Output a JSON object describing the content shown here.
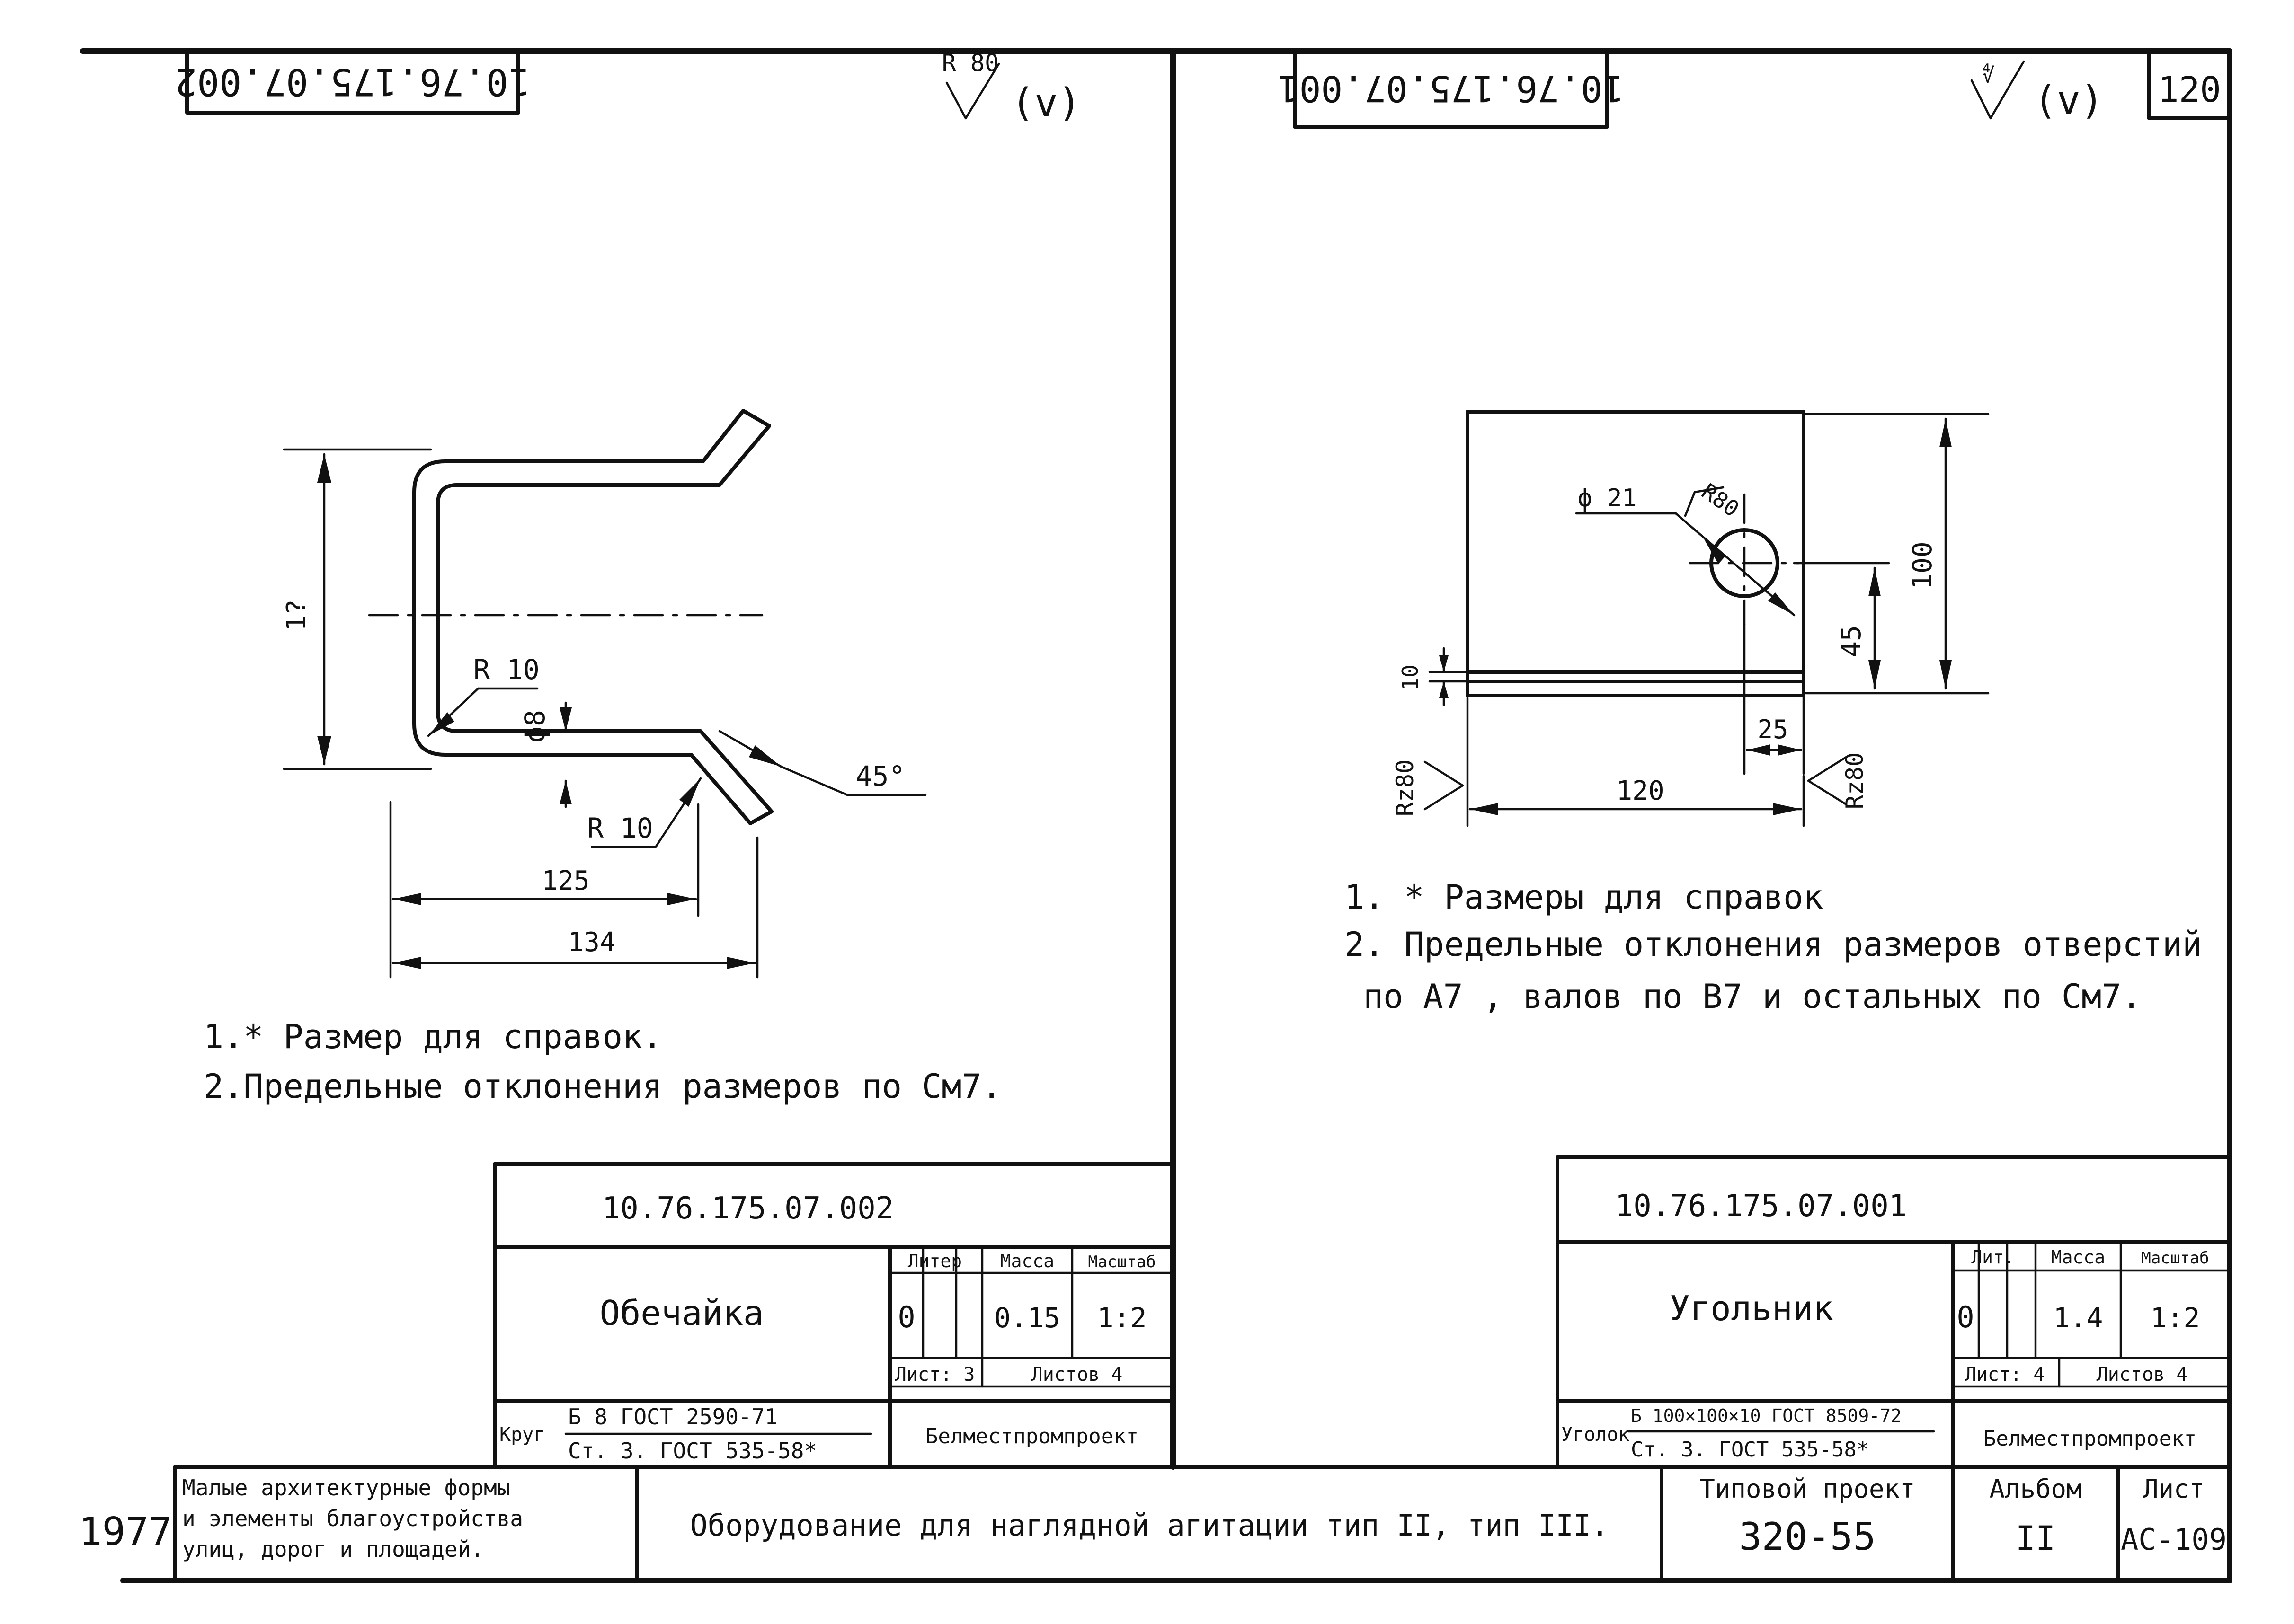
{
  "sheet_number": "120",
  "left_drawing": {
    "code_mirrored": "10.76.175.07.002",
    "roughness_symbol": "R 80",
    "roughness_paren": "(v)",
    "dimension_height": "1?",
    "dimension_radius_upper": "R 10",
    "dimension_diameter": "ϕ8",
    "dimension_radius_lower": "R 10",
    "dimension_angle": "45°",
    "dimension_length_1": "125",
    "dimension_length_2": "134",
    "note_1": "1.* Размер для справок.",
    "note_2": "2.Предельные отклонения размеров по См7.",
    "title_block": {
      "code": "10.76.175.07.002",
      "name": "Обечайка",
      "col_liter": "Литер",
      "col_mass": "Масса",
      "col_scale": "Масштаб",
      "liter_value": "0",
      "mass_value": "0.15",
      "scale_value": "1:2",
      "sheet_label": "Лист: 3",
      "sheets_label": "Листов 4",
      "material_prefix": "Круг",
      "material_top": "Б 8 ГОСТ 2590-71",
      "material_bottom": "Ст. 3. ГОСТ 535-58*",
      "organization": "Белместпромпроект"
    }
  },
  "right_drawing": {
    "code_mirrored": "10.76.175.07.001",
    "roughness_symbol": "∜",
    "roughness_paren": "(v)",
    "dimension_hole": "ϕ 21",
    "dimension_hole_roughness": "R80",
    "dimension_height": "100",
    "dimension_hole_height": "45",
    "dimension_thickness": "10",
    "dimension_hole_offset": "25",
    "dimension_width": "120",
    "roughness_left": "Rz80",
    "roughness_right": "Rz80",
    "note_1": "1. * Размеры для справок",
    "note_2": "2. Предельные отклонения размеров отверстий",
    "note_3": "по А7 , валов по В7 и остальных по См7.",
    "title_block": {
      "code": "10.76.175.07.001",
      "name": "Угольник",
      "col_liter": "Лит.",
      "col_mass": "Масса",
      "col_scale": "Масштаб",
      "liter_value": "0",
      "mass_value": "1.4",
      "scale_value": "1:2",
      "sheet_label": "Лист: 4",
      "sheets_label": "Листов 4",
      "material_prefix": "Уголок",
      "material_top": "Б 100×100×10 ГОСТ 8509-72",
      "material_bottom": "Ст. 3. ГОСТ 535-58*",
      "organization": "Белместпромпроект"
    }
  },
  "bottom_block": {
    "year": "1977",
    "series_line_1": "Малые архитектурные формы",
    "series_line_2": "и элементы благоустройства",
    "series_line_3": "улиц, дорог и площадей.",
    "title": "Оборудование для наглядной агитации тип II, тип III.",
    "project_label": "Типовой проект",
    "project_value": "320-55",
    "album_label": "Альбом",
    "album_value": "II",
    "sheet_label": "Лист",
    "sheet_value": "АС-109"
  }
}
